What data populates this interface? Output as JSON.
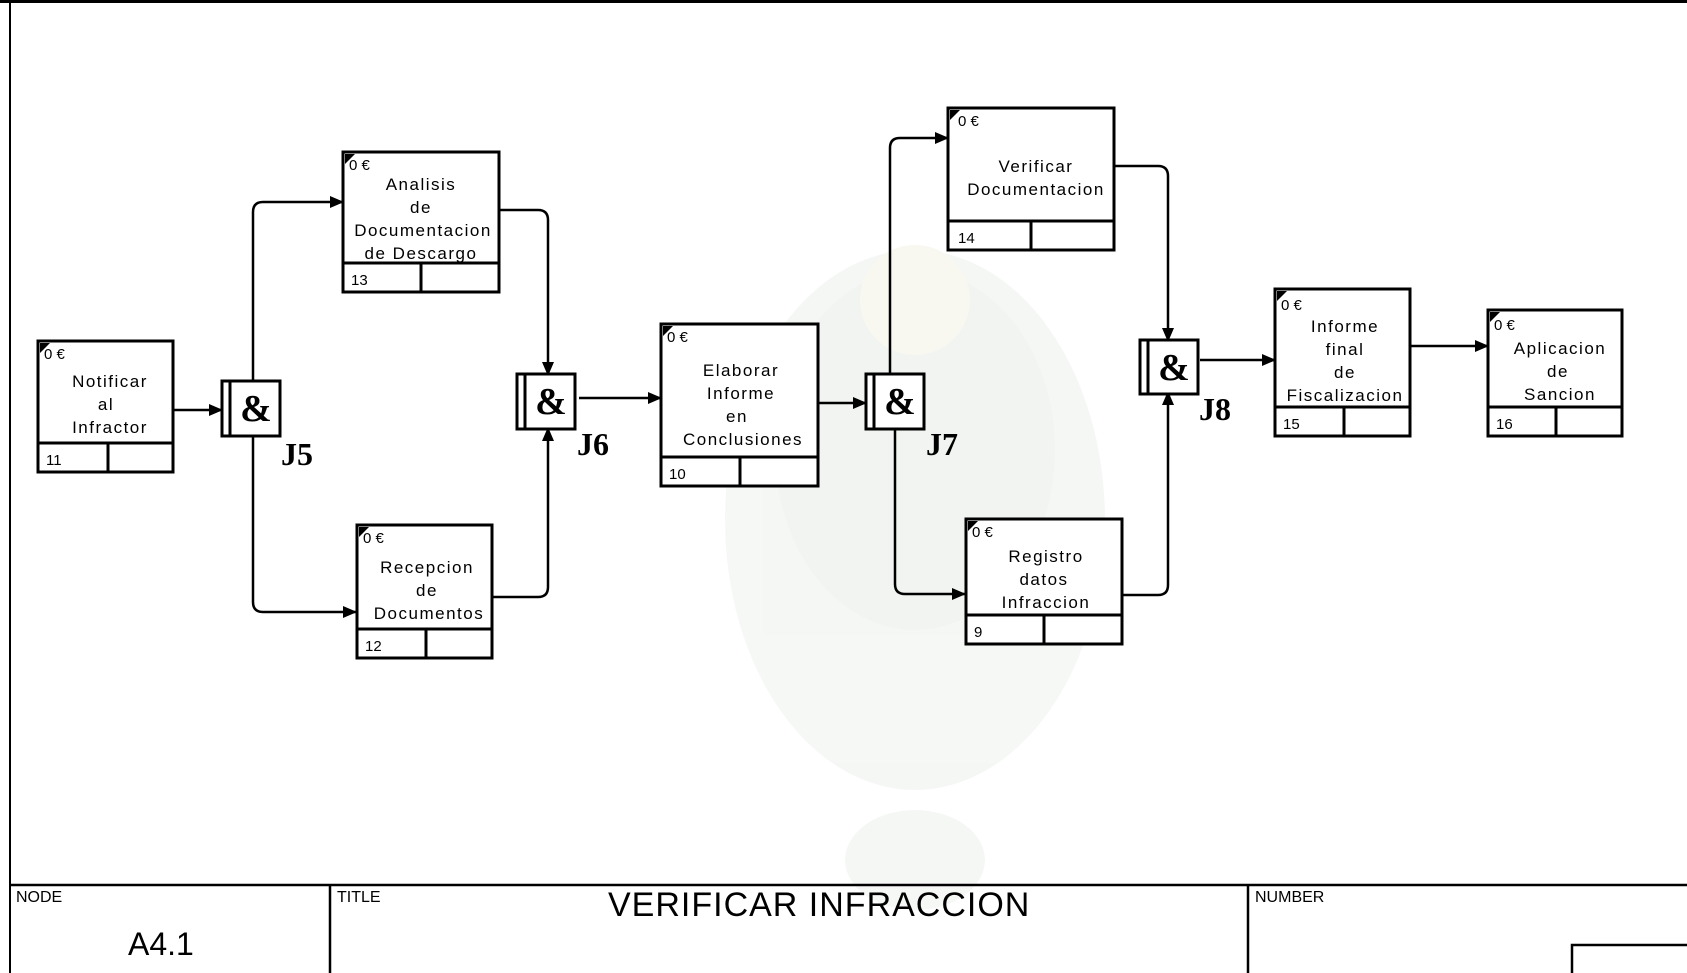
{
  "diagram": {
    "boxes": [
      {
        "id": "box-11",
        "cost": "0 €",
        "lines": [
          "Notificar",
          "al",
          "Infractor"
        ],
        "number": "11"
      },
      {
        "id": "box-13",
        "cost": "0 €",
        "lines": [
          "Analisis",
          "de",
          "Documentacion",
          "de Descargo"
        ],
        "number": "13"
      },
      {
        "id": "box-12",
        "cost": "0 €",
        "lines": [
          "Recepcion",
          "de",
          "Documentos"
        ],
        "number": "12"
      },
      {
        "id": "box-10",
        "cost": "0 €",
        "lines": [
          "Elaborar",
          "Informe",
          "en",
          "Conclusiones"
        ],
        "number": "10"
      },
      {
        "id": "box-14",
        "cost": "0 €",
        "lines": [
          "Verificar",
          "Documentacion"
        ],
        "number": "14"
      },
      {
        "id": "box-9",
        "cost": "0 €",
        "lines": [
          "Registro",
          "datos",
          "Infraccion"
        ],
        "number": "9"
      },
      {
        "id": "box-15",
        "cost": "0 €",
        "lines": [
          "Informe",
          "final",
          "de",
          "Fiscalizacion"
        ],
        "number": "15"
      },
      {
        "id": "box-16",
        "cost": "0 €",
        "lines": [
          "Aplicacion",
          "de",
          "Sancion"
        ],
        "number": "16"
      }
    ],
    "junctions": [
      {
        "id": "j5",
        "symbol": "&",
        "label": "J5"
      },
      {
        "id": "j6",
        "symbol": "&",
        "label": "J6"
      },
      {
        "id": "j7",
        "symbol": "&",
        "label": "J7"
      },
      {
        "id": "j8",
        "symbol": "&",
        "label": "J8"
      }
    ]
  },
  "footer": {
    "node_label": "NODE",
    "node_value": "A4.1",
    "title_label": "TITLE",
    "title_value": "VERIFICAR  INFRACCION",
    "number_label": "NUMBER"
  },
  "colors": {
    "line": "#000000",
    "watermark": "#e6ebe6"
  }
}
